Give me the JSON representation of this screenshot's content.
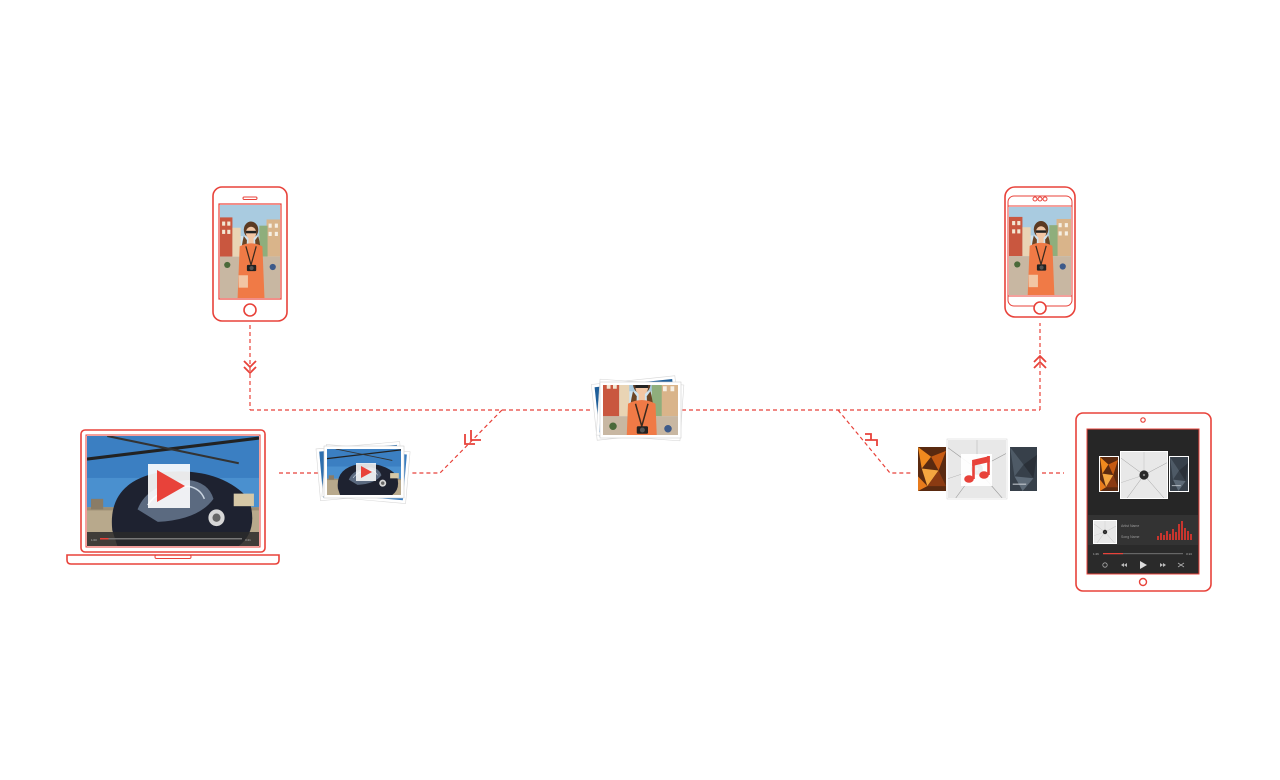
{
  "colors": {
    "accent": "#e8423a",
    "player_dark": "#2a2a2a",
    "background": "#ffffff"
  },
  "icons": {
    "play": "play-icon",
    "music": "music-note-icon",
    "double_chevron_down": "double-chevron-down-icon",
    "double_chevron_up": "double-chevron-up-icon"
  },
  "video_player": {
    "time_elapsed": "1:00",
    "time_total": "3:21",
    "progress": 0.06
  },
  "music_player": {
    "artist": "Artist Name",
    "song": "Song Name",
    "time_elapsed": "1:26",
    "time_total": "3:13",
    "progress": 0.25
  }
}
